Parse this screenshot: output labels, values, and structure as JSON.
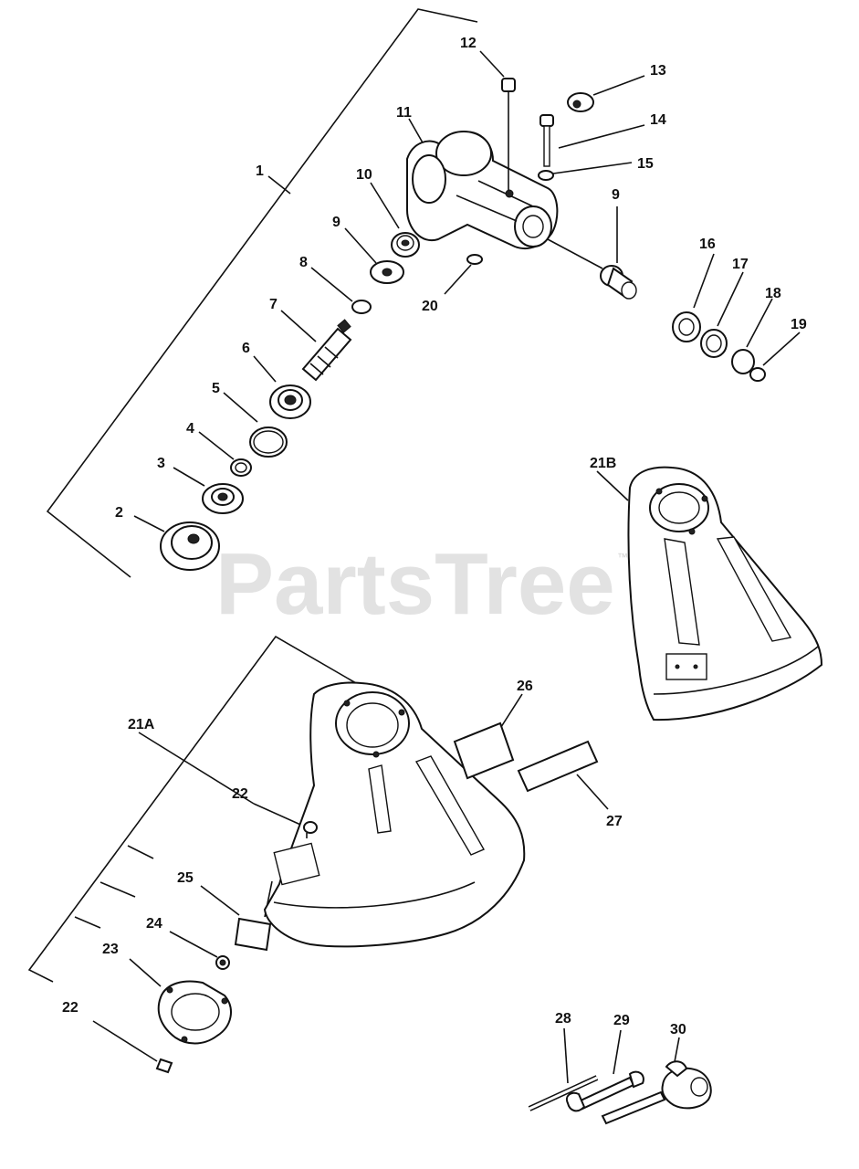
{
  "watermark": {
    "text": "PartsTree",
    "trademark": "™"
  },
  "labels": {
    "p1": "1",
    "p2": "2",
    "p3": "3",
    "p4": "4",
    "p5": "5",
    "p6": "6",
    "p7": "7",
    "p8": "8",
    "p9a": "9",
    "p9b": "9",
    "p10": "10",
    "p11": "11",
    "p12": "12",
    "p13": "13",
    "p14": "14",
    "p15": "15",
    "p16": "16",
    "p17": "17",
    "p18": "18",
    "p19": "19",
    "p20": "20",
    "p21a": "21A",
    "p21b": "21B",
    "p22a": "22",
    "p22b": "22",
    "p23": "23",
    "p24": "24",
    "p25": "25",
    "p26": "26",
    "p27": "27",
    "p28": "28",
    "p29": "29",
    "p30": "30"
  }
}
